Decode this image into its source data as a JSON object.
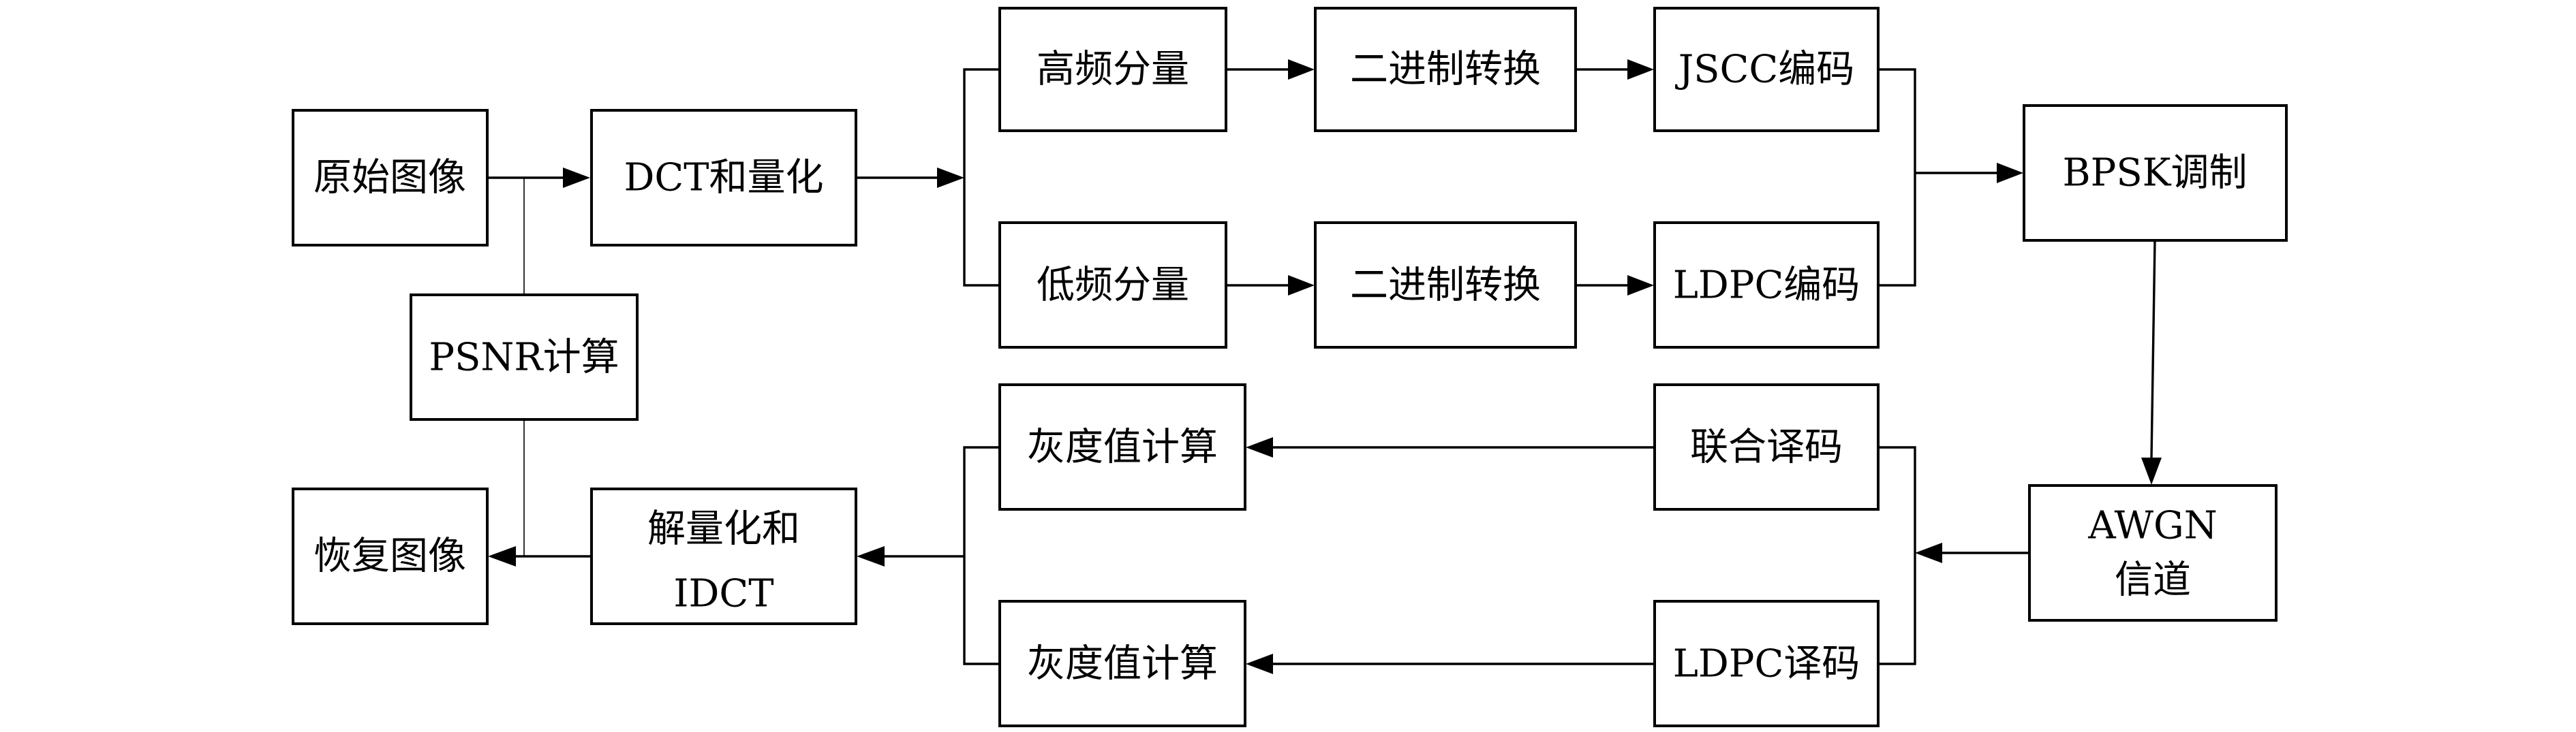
{
  "nodes": {
    "original_image": "原始图像",
    "dct_quant": "DCT和量化",
    "high_freq": "高频分量",
    "low_freq": "低频分量",
    "bin_conv_high": "二进制转换",
    "bin_conv_low": "二进制转换",
    "jscc_encode": "JSCC编码",
    "ldpc_encode": "LDPC编码",
    "bpsk_mod": "BPSK调制",
    "awgn_line1": "AWGN",
    "awgn_line2": "信道",
    "psnr_calc": "PSNR计算",
    "joint_decode": "联合译码",
    "ldpc_decode": "LDPC译码",
    "gray_calc_top": "灰度值计算",
    "gray_calc_bottom": "灰度值计算",
    "dequant_line1": "解量化和",
    "dequant_line2": "IDCT",
    "restored_image": "恢复图像"
  }
}
